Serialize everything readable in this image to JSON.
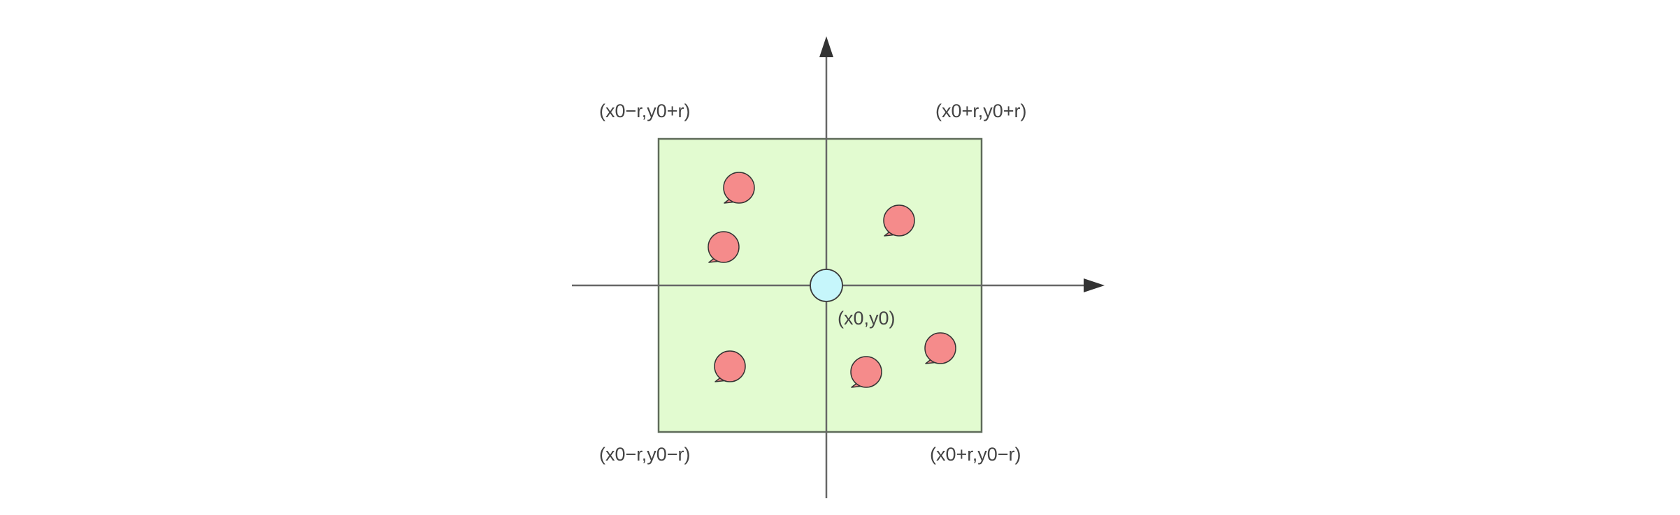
{
  "diagram": {
    "center_label": "(x0,y0)",
    "corner_labels": {
      "top_left": "(x0−r,y0+r)",
      "top_right": "(x0+r,y0+r)",
      "bottom_left": "(x0−r,y0−r)",
      "bottom_right": "(x0+r,y0−r)"
    },
    "point_count": 6,
    "colors": {
      "square_fill": "#e2fbd0",
      "square_stroke": "#5f6b5a",
      "axis": "#666666",
      "point_fill": "#f58b8b",
      "point_stroke": "#333333",
      "center_fill": "#c6f6fb",
      "center_stroke": "#3a3a3a"
    },
    "icons": {
      "point": "map-pin-bubble-icon",
      "arrowheads": "arrow-head-icon"
    }
  }
}
